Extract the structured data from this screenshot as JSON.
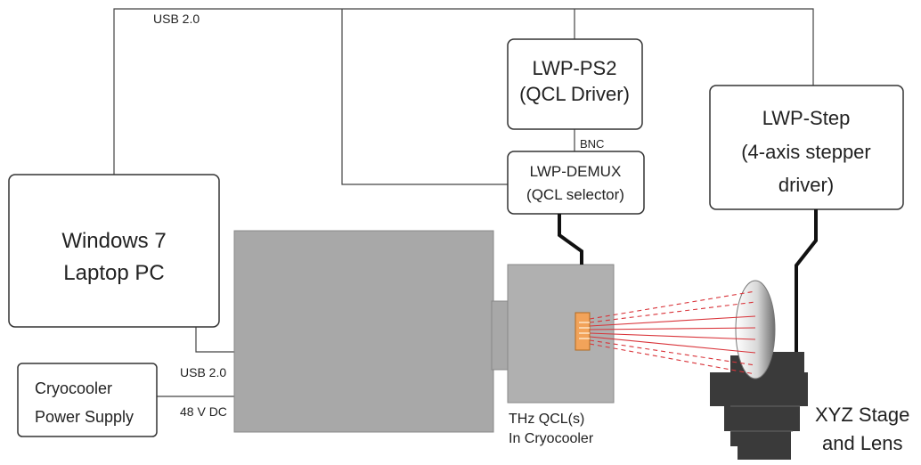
{
  "boxes": {
    "ps2": {
      "line1": "LWP-PS2",
      "line2": "(QCL Driver)"
    },
    "step": {
      "line1": "LWP-Step",
      "line2": "(4-axis stepper",
      "line3": "driver)"
    },
    "demux": {
      "line1": "LWP-DEMUX",
      "line2": "(QCL selector)"
    },
    "pc": {
      "line1": "Windows 7",
      "line2": "Laptop PC"
    },
    "power": {
      "line1": "Cryocooler",
      "line2": "Power Supply"
    }
  },
  "connections": {
    "usb_top": "USB 2.0",
    "bnc": "BNC",
    "usb_pc": "USB 2.0",
    "dc": "48 V DC"
  },
  "components": {
    "cryo_line1": "THz QCL(s)",
    "cryo_line2": "In Cryocooler",
    "stage_line1": "XYZ Stage",
    "stage_line2": "and Lens"
  },
  "colors": {
    "box_stroke": "#333333",
    "wire": "#444444",
    "cable": "#111111",
    "cryocooler": "#a8a8a8",
    "cryo_head": "#b0b0b0",
    "chip": "#f2a35a",
    "beam": "#d9343a",
    "stage": "#3a3a3a"
  }
}
